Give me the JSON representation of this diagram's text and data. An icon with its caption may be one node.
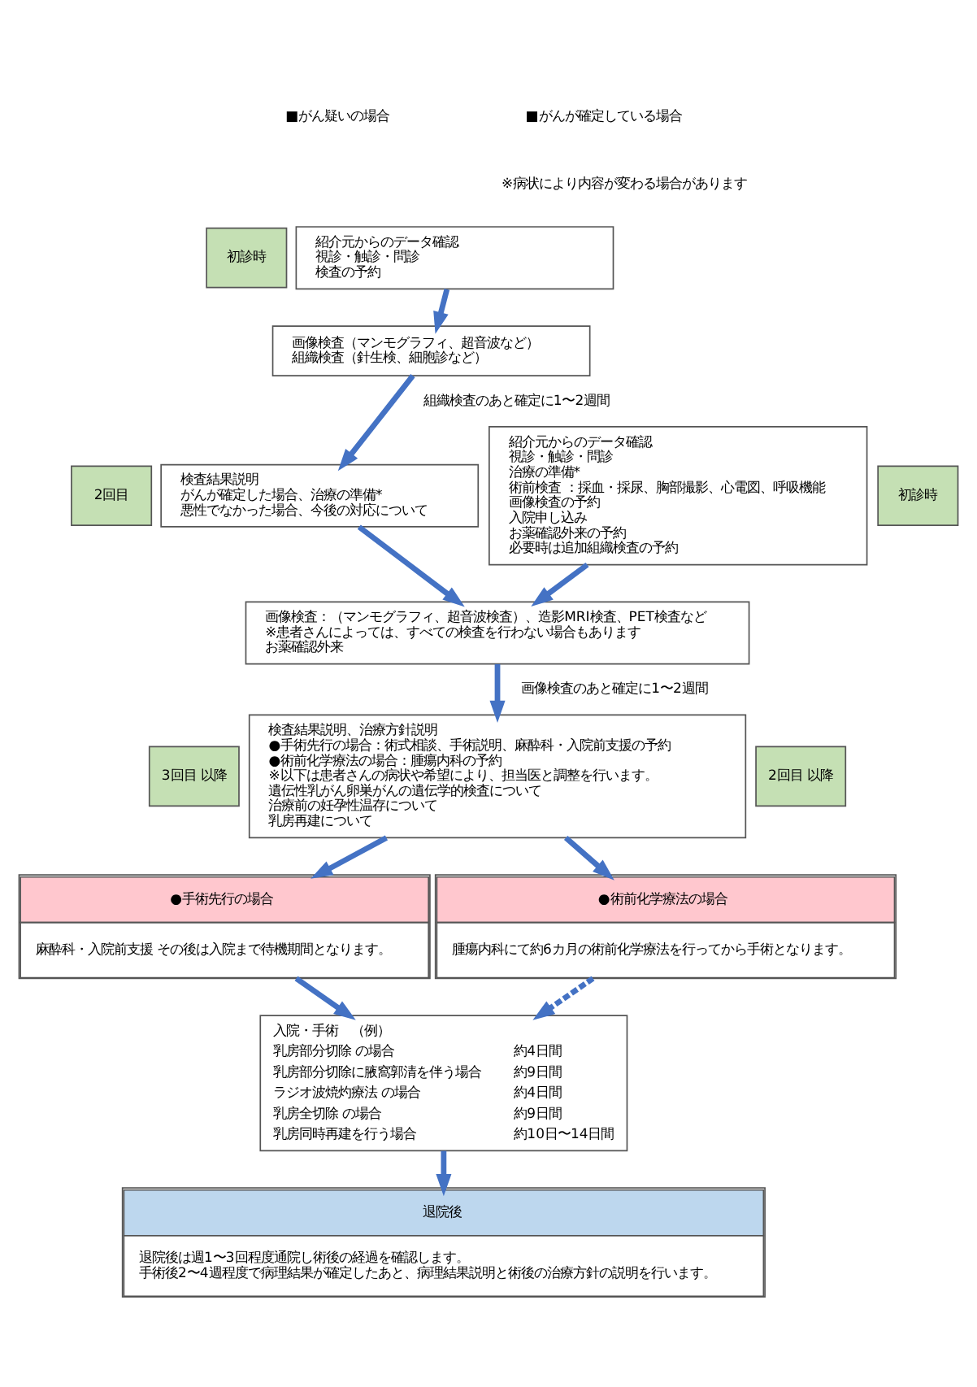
{
  "diagram": {
    "nodes": [
      {
        "text": [
          "初診時"
        ]
      },
      {
        "text": [
          "紹介元からのデータ確認",
          "視診・触診・問診",
          "検査の予約"
        ]
      },
      {
        "text": [
          "画像検査（マンモグラフィ、超音波など）",
          "組織検査（針生検、細胞診など）"
        ]
      },
      {
        "text": [
          "2回目"
        ]
      },
      {
        "text": [
          "検査結果説明",
          "がんが確定した場合、治療の準備*",
          "悪性でなかった場合、今後の対応について"
        ]
      },
      {
        "text": [
          "紹介元からのデータ確認",
          "視診・触診・問診",
          "治療の準備*",
          "術前検査 ：採血・採尿、胸部撮影、心電図、呼吸機能",
          "画像検査の予約",
          "入院申し込み",
          "お薬確認外来の予約",
          "必要時は追加組織検査の予約"
        ]
      },
      {
        "text": [
          "初診時"
        ]
      },
      {
        "text": [
          "画像検査：（マンモグラフィ、超音波検査）、造影MRI検査、PET検査など",
          "※患者さんによっては、すべての検査を行わない場合もあります",
          "お薬確認外来"
        ]
      },
      {
        "text": [
          "3回目 以降"
        ]
      },
      {
        "text": [
          "検査結果説明、治療方針説明",
          "●手術先行の場合：術式相談、手術説明、麻酔科・入院前支援の予約",
          "●術前化学療法の場合：腫瘍内科の予約",
          "※以下は患者さんの病状や希望により、担当医と調整を行います。",
          "遺伝性乳がん卵巣がんの遺伝学的検査について",
          "治療前の妊孕性温存について",
          "乳房再建について"
        ]
      },
      {
        "text": [
          "2回目 以降"
        ]
      },
      {
        "text": [
          "●手術先行の場合",
          "麻酔科・入院前支援 その後は入院まで待機期間となります。"
        ]
      },
      {
        "text": [
          "●術前化学療法の場合",
          "腫瘍内科にて約6カ月の術前化学療法を行ってから手術となります。"
        ]
      },
      {
        "text": [
          "入院・手術　（例）",
          "乳房部分切除 の場合",
          "約4日間",
          "乳房部分切除に腋窩郭清を伴う場合",
          "約9日間",
          "ラジオ波焼灼療法 の場合",
          "約4日間",
          "乳房全切除 の場合",
          "約9日間",
          "乳房同時再建を行う場合",
          "約10日〜14日間"
        ]
      },
      {
        "text": [
          "退院後",
          "退院後は週1〜3回程度通院し術後の経過を確認します。",
          "手術後2〜4週程度で病理結果が確定したあと、病理結果説明と術後の治療方針の説明を行います。"
        ]
      }
    ],
    "edges": [
      {
        "from": 1,
        "to": 2,
        "arrow": "to"
      },
      {
        "from": 2,
        "to": 4,
        "arrow": "to",
        "label": "組織検査のあと確定に1〜2週間"
      },
      {
        "from": 4,
        "to": 7,
        "arrow": "to"
      },
      {
        "from": 5,
        "to": 7,
        "arrow": "to"
      },
      {
        "from": 7,
        "to": 9,
        "arrow": "to",
        "label": "画像検査のあと確定に1〜2週間"
      },
      {
        "from": 9,
        "to": 11,
        "arrow": "to"
      },
      {
        "from": 9,
        "to": 12,
        "arrow": "to"
      },
      {
        "from": 11,
        "to": 13,
        "arrow": "to"
      },
      {
        "from": 12,
        "to": 13,
        "arrow": "to",
        "style": "dashed"
      },
      {
        "from": 13,
        "to": 14,
        "arrow": "to"
      }
    ],
    "labels": [
      "■がん疑いの場合",
      "■がんが確定している場合",
      "※病状により内容が変わる場合があります"
    ]
  }
}
